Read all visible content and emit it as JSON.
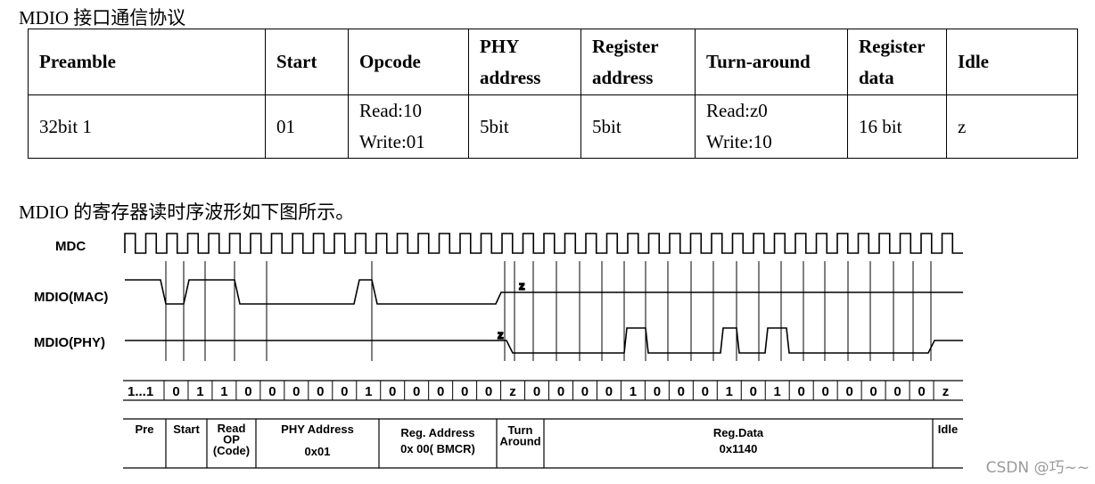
{
  "section1_title": "MDIO 接口通信协议",
  "frame_table": {
    "headers": [
      [
        "Preamble"
      ],
      [
        "Start"
      ],
      [
        "Opcode"
      ],
      [
        "PHY",
        "address"
      ],
      [
        "Register",
        "address"
      ],
      [
        "Turn-around"
      ],
      [
        "Register",
        "data"
      ],
      [
        "Idle"
      ]
    ],
    "values": [
      [
        "32bit 1"
      ],
      [
        "01"
      ],
      [
        "Read:10",
        "Write:01"
      ],
      [
        "5bit"
      ],
      [
        "5bit"
      ],
      [
        "Read:z0",
        "Write:10"
      ],
      [
        "16 bit"
      ],
      [
        "z"
      ]
    ]
  },
  "section2_title": "MDIO 的寄存器读时序波形如下图所示。",
  "waveform": {
    "signals": [
      "MDC",
      "MDIO(MAC)",
      "MDIO(PHY)"
    ],
    "z_label": "z",
    "bits": [
      "1...1",
      "0",
      "1",
      "1",
      "0",
      "0",
      "0",
      "0",
      "0",
      "1",
      "0",
      "0",
      "0",
      "0",
      "0",
      "z",
      "0",
      "0",
      "0",
      "0",
      "1",
      "0",
      "0",
      "0",
      "1",
      "0",
      "1",
      "0",
      "0",
      "0",
      "0",
      "0",
      "0",
      "z"
    ],
    "mac_levels": [
      "H",
      "L",
      "H",
      "H",
      "L",
      "L",
      "L",
      "L",
      "L",
      "H",
      "L",
      "L",
      "L",
      "L",
      "L",
      "Z"
    ],
    "phy_levels": [
      "Z",
      "L",
      "L",
      "L",
      "L",
      "L",
      "H",
      "L",
      "L",
      "L",
      "H",
      "L",
      "H",
      "L",
      "L",
      "L",
      "L",
      "L",
      "L",
      "Z"
    ],
    "fields": [
      {
        "name": [
          "Pre"
        ],
        "value": []
      },
      {
        "name": [
          "Start"
        ],
        "value": []
      },
      {
        "name": [
          "Read",
          "OP",
          "(Code)"
        ],
        "value": []
      },
      {
        "name": [
          "PHY Address"
        ],
        "value": [
          "0x01"
        ]
      },
      {
        "name": [
          "Reg. Address"
        ],
        "value": [
          "0x 00( BMCR)"
        ]
      },
      {
        "name": [
          "Turn",
          "Around"
        ],
        "value": []
      },
      {
        "name": [
          "Reg.Data"
        ],
        "value": [
          "0x1140"
        ]
      },
      {
        "name": [
          "Idle"
        ],
        "value": []
      }
    ]
  },
  "watermark": "CSDN @巧~~"
}
